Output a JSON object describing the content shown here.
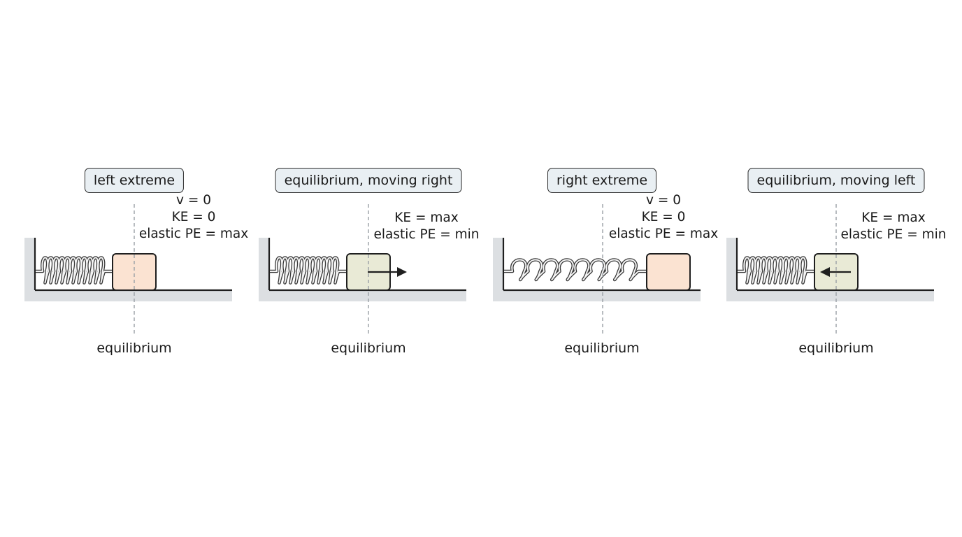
{
  "colors": {
    "block_extreme": "#fbe3d2",
    "block_equilibrium": "#e9ead6",
    "label_bg": "#e9eff3",
    "floor_shadow": "#dcdfe2",
    "line": "#1f1f1f",
    "dashed": "#9aa0a6"
  },
  "panels": [
    {
      "state": "left extreme",
      "quantities": [
        "v = 0",
        "KE = 0",
        "elastic PE = max"
      ],
      "equilibrium_label": "equilibrium",
      "spring": "compressed",
      "block": "extreme",
      "velocity_arrow": "none"
    },
    {
      "state": "equilibrium, moving right",
      "quantities": [
        "KE = max",
        "elastic PE = min"
      ],
      "equilibrium_label": "equilibrium",
      "spring": "compressed",
      "block": "equilibrium",
      "velocity_arrow": "right"
    },
    {
      "state": "right extreme",
      "quantities": [
        "v = 0",
        "KE = 0",
        "elastic PE = max"
      ],
      "equilibrium_label": "equilibrium",
      "spring": "stretched",
      "block": "extreme",
      "velocity_arrow": "none"
    },
    {
      "state": "equilibrium, moving left",
      "quantities": [
        "KE = max",
        "elastic PE = min"
      ],
      "equilibrium_label": "equilibrium",
      "spring": "compressed",
      "block": "equilibrium",
      "velocity_arrow": "left"
    }
  ]
}
